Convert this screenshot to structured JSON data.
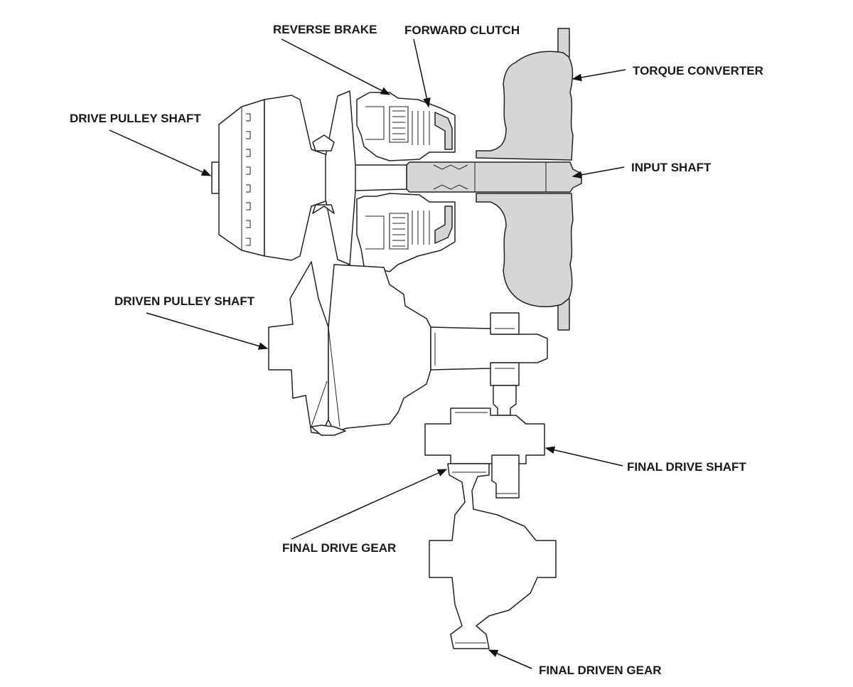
{
  "labels": {
    "reverse_brake": "REVERSE BRAKE",
    "forward_clutch": "FORWARD CLUTCH",
    "torque_converter": "TORQUE CONVERTER",
    "drive_pulley_shaft": "DRIVE PULLEY SHAFT",
    "input_shaft": "INPUT SHAFT",
    "driven_pulley_shaft": "DRIVEN PULLEY SHAFT",
    "final_drive_shaft": "FINAL DRIVE SHAFT",
    "final_drive_gear": "FINAL DRIVE GEAR",
    "final_driven_gear": "FINAL DRIVEN GEAR"
  },
  "colors": {
    "line": "#222222",
    "shaded_part": "#d6d6d6",
    "background": "#ffffff"
  }
}
